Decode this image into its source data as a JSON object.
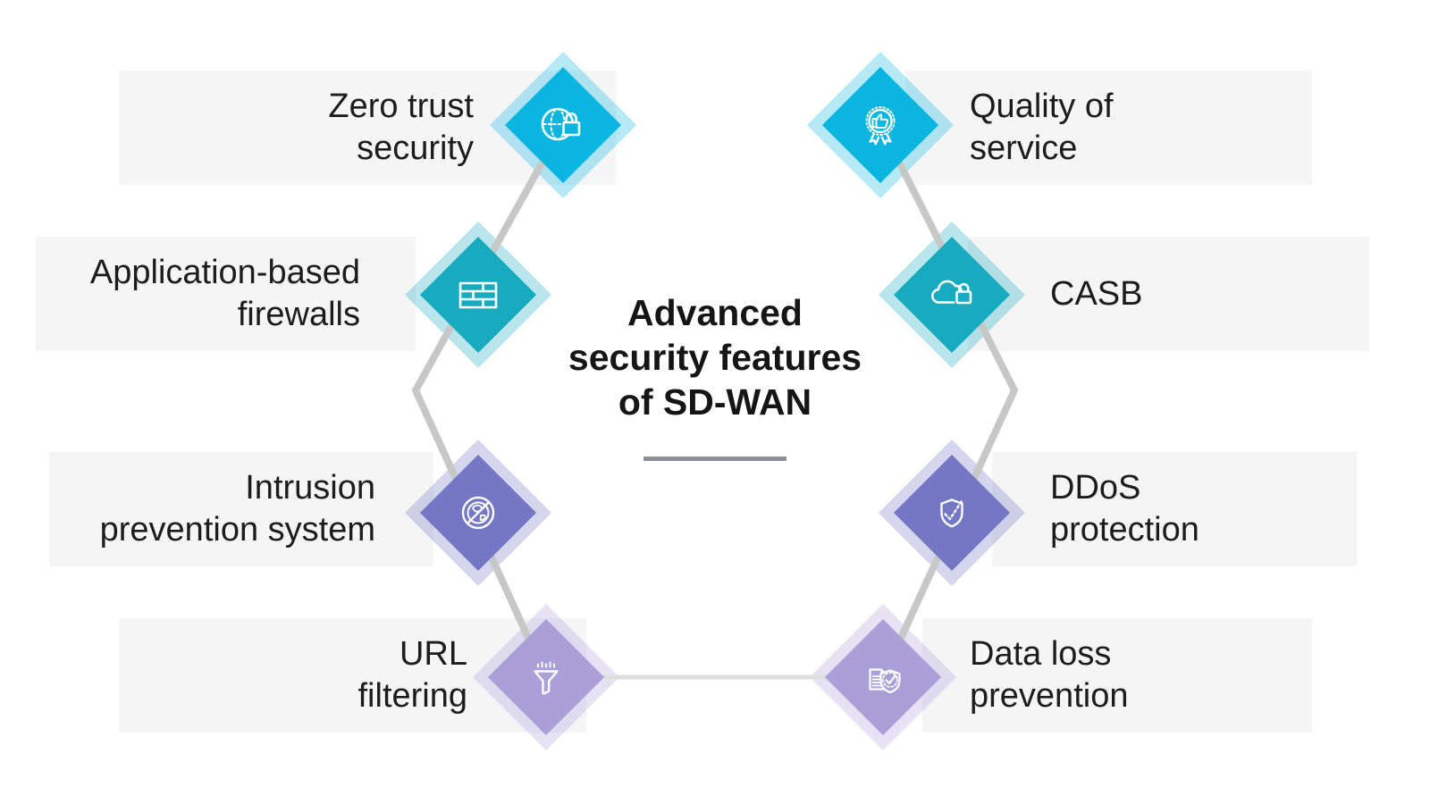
{
  "title": {
    "line1": "Advanced",
    "line2": "security features",
    "line3": "of SD-WAN"
  },
  "features": {
    "zero_trust": {
      "line1": "Zero trust",
      "line2": "security",
      "icon": "globe-lock-icon",
      "color": "#0ab5e0"
    },
    "qos": {
      "line1": "Quality of",
      "line2": "service",
      "icon": "award-thumbs-up-icon",
      "color": "#0ab5e0"
    },
    "app_firewalls": {
      "line1": "Application-based",
      "line2": "firewalls",
      "icon": "firewall-bricks-icon",
      "color": "#18abbf"
    },
    "casb": {
      "line1": "CASB",
      "line2": "",
      "icon": "cloud-lock-icon",
      "color": "#18abbf"
    },
    "ips": {
      "line1": "Intrusion",
      "line2": "prevention system",
      "icon": "blocked-globe-icon",
      "color": "#7377c4"
    },
    "ddos": {
      "line1": "DDoS",
      "line2": "protection",
      "icon": "shield-check-icon",
      "color": "#7377c4"
    },
    "url_filtering": {
      "line1": "URL",
      "line2": "filtering",
      "icon": "funnel-icon",
      "color": "#ab9fd9"
    },
    "dlp": {
      "line1": "Data loss",
      "line2": "prevention",
      "icon": "document-shield-check-icon",
      "color": "#ab9fd9"
    }
  },
  "colors": {
    "cyan": "#0ab5e0",
    "teal": "#18abbf",
    "purple": "#7377c4",
    "lavender": "#ab9fd9",
    "bar_gray": "#f5f5f6",
    "connector_gray": "#c7c7c7",
    "bottom_connector_gray": "#dedede",
    "divider_gray": "#8f9399",
    "text": "#1c1c1e"
  }
}
